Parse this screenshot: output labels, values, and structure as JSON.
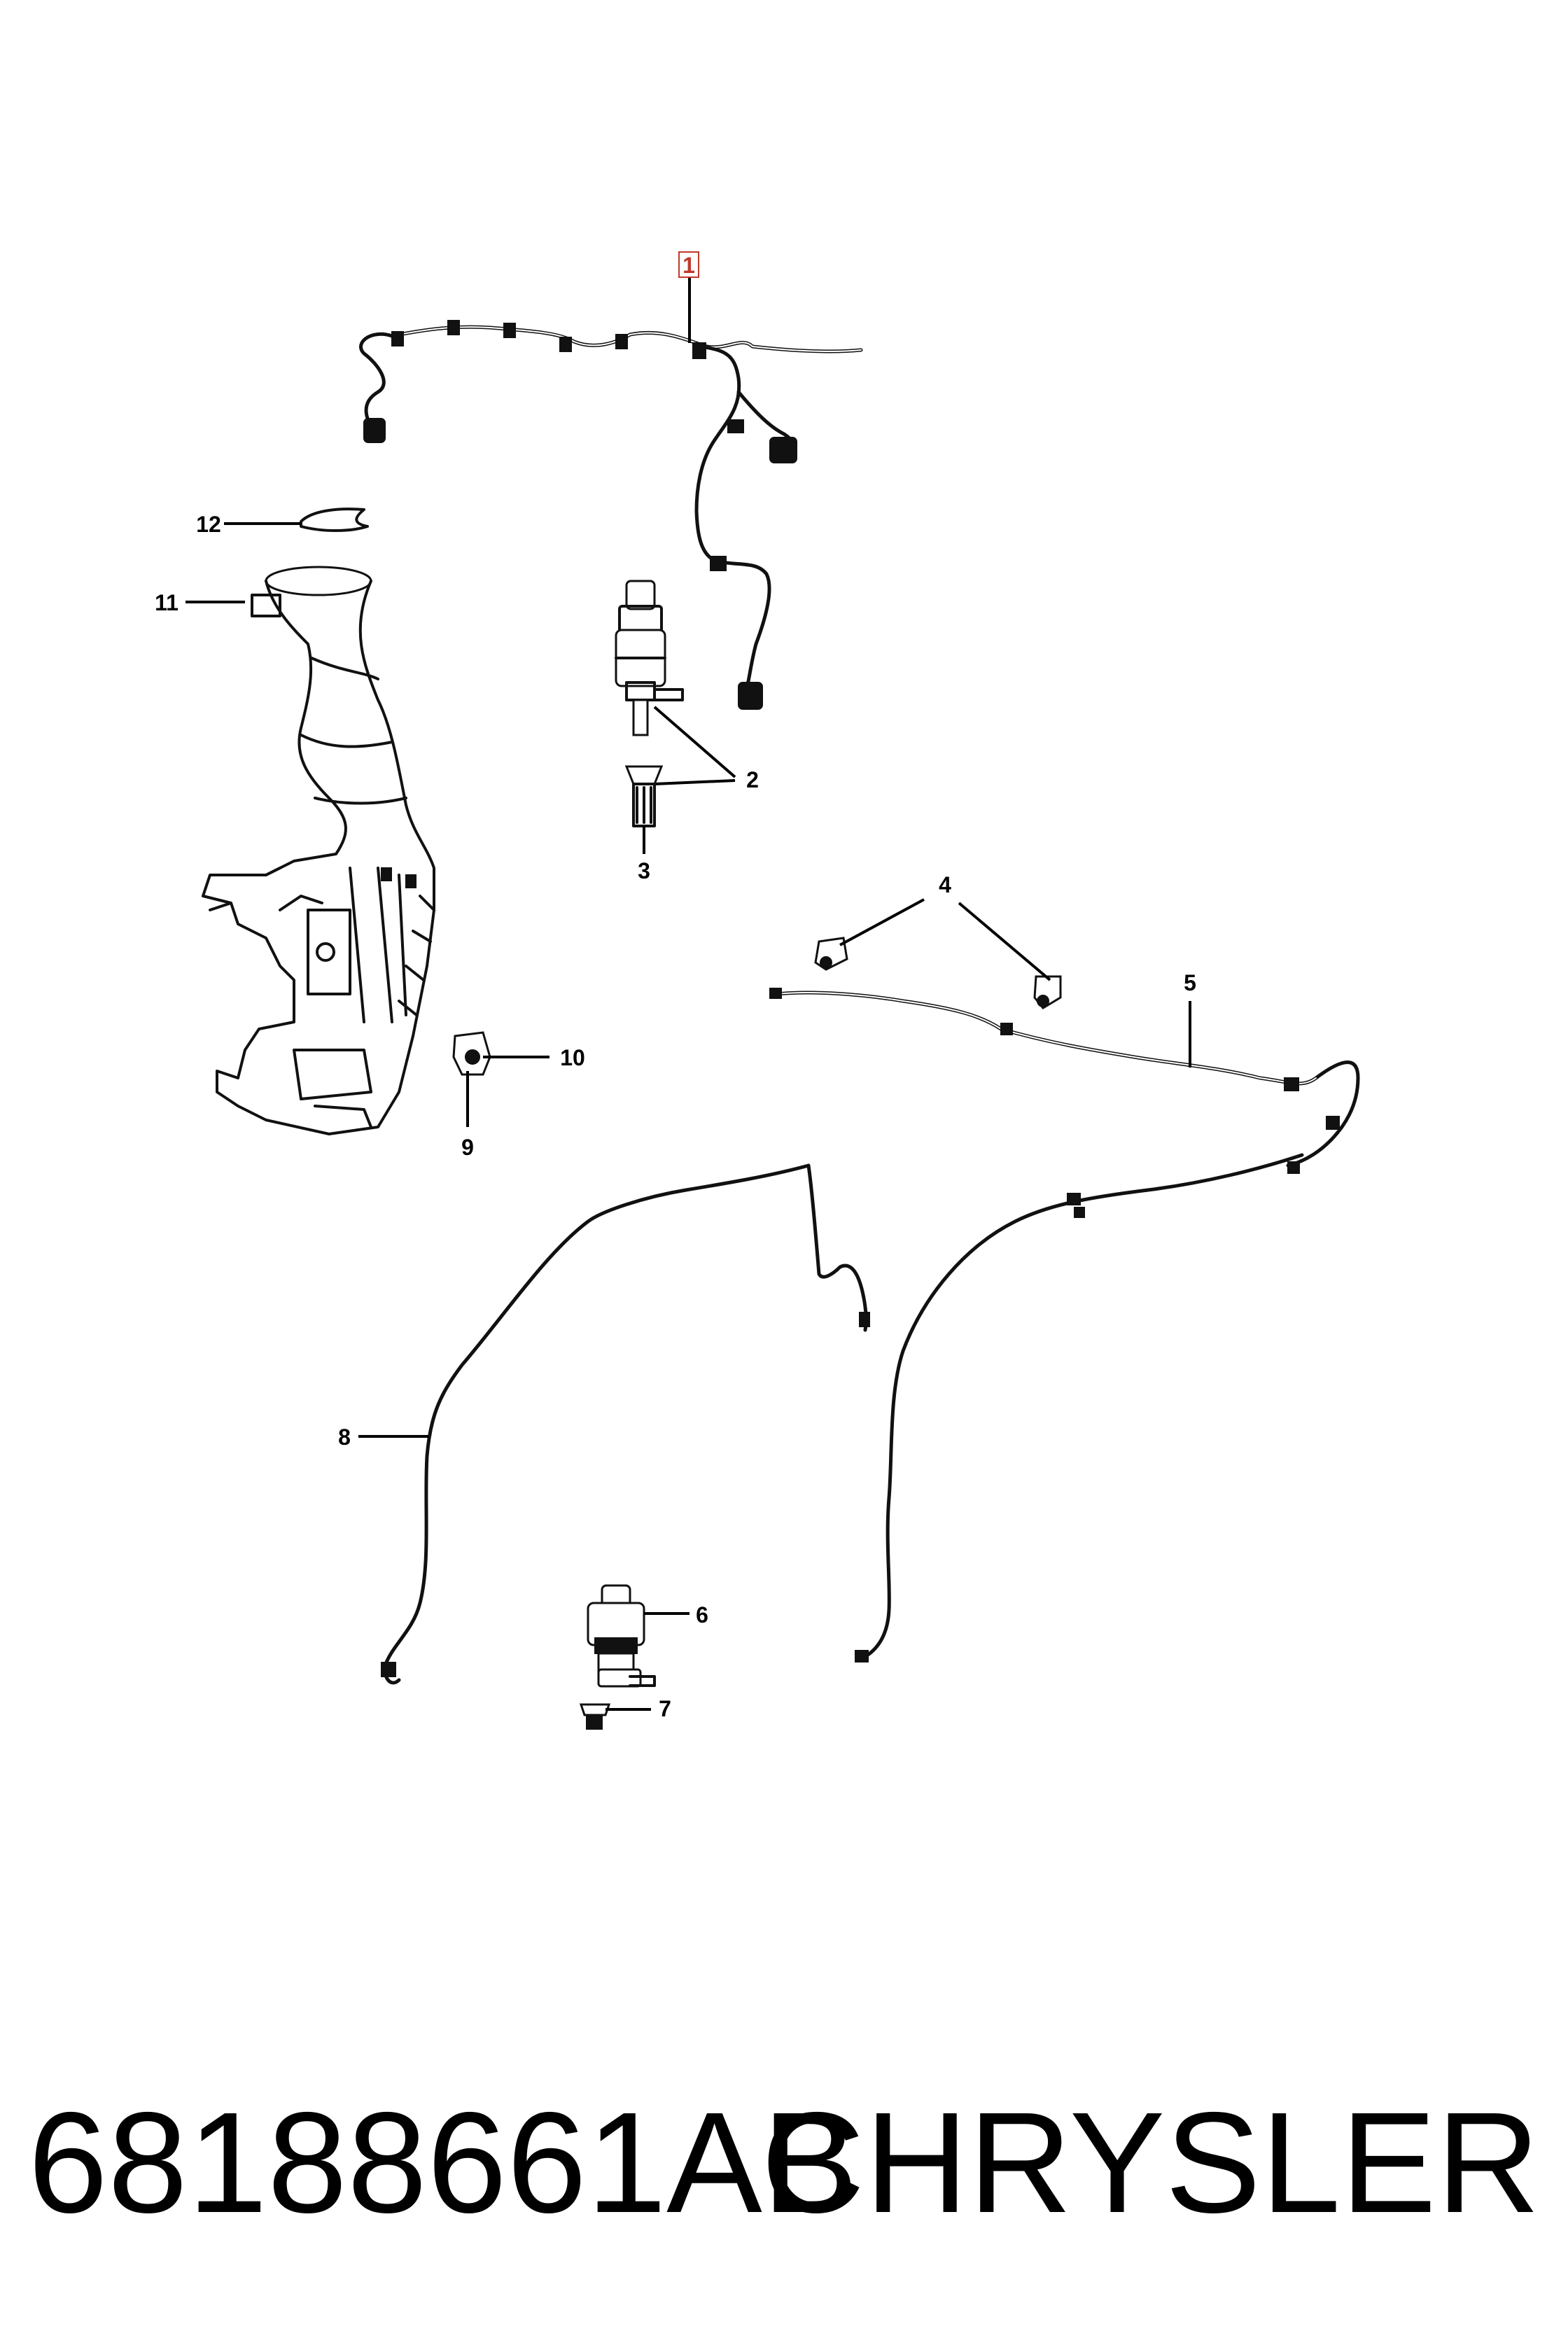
{
  "callouts": [
    {
      "id": "1",
      "label": "1",
      "highlighted": true
    },
    {
      "id": "2",
      "label": "2"
    },
    {
      "id": "3",
      "label": "3"
    },
    {
      "id": "4",
      "label": "4"
    },
    {
      "id": "5",
      "label": "5"
    },
    {
      "id": "6",
      "label": "6"
    },
    {
      "id": "7",
      "label": "7"
    },
    {
      "id": "8",
      "label": "8"
    },
    {
      "id": "9",
      "label": "9"
    },
    {
      "id": "10",
      "label": "10"
    },
    {
      "id": "11",
      "label": "11"
    },
    {
      "id": "12",
      "label": "12"
    }
  ],
  "footer": {
    "part_number": "68188661AB",
    "brand": "CHRYSLER"
  },
  "colors": {
    "line": "#111111",
    "highlight": "#c0392b",
    "background": "#ffffff"
  }
}
